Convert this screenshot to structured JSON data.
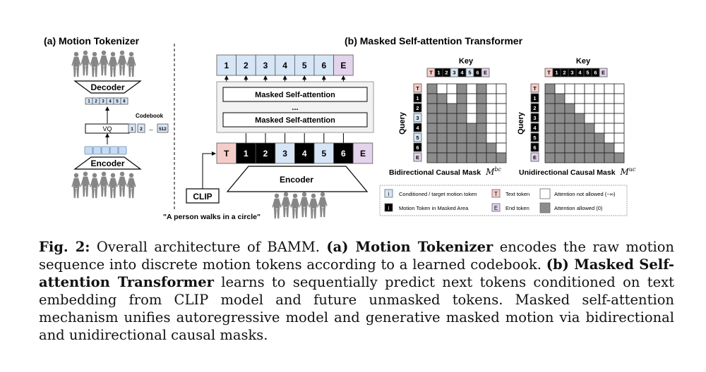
{
  "figure": {
    "panel_a_title": "(a) Motion Tokenizer",
    "panel_b_title": "(b) Masked Self-attention Transformer",
    "decoder_label": "Decoder",
    "encoder_label": "Encoder",
    "vq_label": "VQ",
    "codebook_label": "Codebook",
    "code_tokens": [
      "1",
      "2",
      "3",
      "4",
      "5",
      "6"
    ],
    "codebook_tokens": [
      "1",
      "2",
      "...",
      "512"
    ],
    "output_tokens": [
      "1",
      "2",
      "3",
      "4",
      "5",
      "6",
      "E"
    ],
    "input_tokens": [
      "T",
      "1",
      "2",
      "3",
      "4",
      "5",
      "6",
      "E"
    ],
    "input_token_types": [
      "text",
      "masked",
      "masked",
      "cond",
      "masked",
      "cond",
      "masked",
      "end"
    ],
    "attn_layer_1": "Masked Self-attention",
    "attn_dots": "...",
    "attn_layer_2": "Masked Self-attention",
    "transformer_encoder_label": "Encoder",
    "clip_label": "CLIP",
    "prompt_text": "\"A person walks in a circle\"",
    "key_label": "Key",
    "query_label": "Query",
    "bidirectional_caption": "Bidirectional Causal Mask",
    "bidirectional_symbol": "M",
    "bidirectional_sup": "bc",
    "unidirectional_caption": "Unidirectional Causal Mask",
    "unidirectional_symbol": "M",
    "unidirectional_sup": "uc",
    "bc_key_tokens": [
      "T",
      "1",
      "2",
      "3",
      "4",
      "5",
      "6",
      "E"
    ],
    "bc_key_types": [
      "text",
      "masked",
      "masked",
      "cond",
      "masked",
      "cond",
      "masked",
      "end"
    ],
    "uc_key_tokens": [
      "T",
      "1",
      "2",
      "3",
      "4",
      "5",
      "6",
      "E"
    ],
    "uc_key_types": [
      "text",
      "masked",
      "masked",
      "masked",
      "masked",
      "masked",
      "masked",
      "end"
    ],
    "bc_query_tokens": [
      "T",
      "1",
      "2",
      "3",
      "4",
      "5",
      "6",
      "E"
    ],
    "bc_query_types": [
      "text",
      "masked",
      "masked",
      "cond",
      "masked",
      "cond",
      "masked",
      "end"
    ],
    "uc_query_tokens": [
      "T",
      "1",
      "2",
      "3",
      "4",
      "5",
      "6",
      "E"
    ],
    "uc_query_types": [
      "text",
      "masked",
      "masked",
      "masked",
      "masked",
      "masked",
      "masked",
      "end"
    ],
    "bc_mask": [
      [
        1,
        0,
        0,
        1,
        0,
        1,
        0,
        0
      ],
      [
        1,
        1,
        0,
        1,
        0,
        1,
        0,
        0
      ],
      [
        1,
        1,
        1,
        1,
        0,
        1,
        0,
        0
      ],
      [
        1,
        1,
        1,
        1,
        0,
        1,
        0,
        0
      ],
      [
        1,
        1,
        1,
        1,
        1,
        1,
        0,
        0
      ],
      [
        1,
        1,
        1,
        1,
        1,
        1,
        0,
        0
      ],
      [
        1,
        1,
        1,
        1,
        1,
        1,
        1,
        0
      ],
      [
        1,
        1,
        1,
        1,
        1,
        1,
        1,
        1
      ]
    ],
    "uc_mask": [
      [
        1,
        0,
        0,
        0,
        0,
        0,
        0,
        0
      ],
      [
        1,
        1,
        0,
        0,
        0,
        0,
        0,
        0
      ],
      [
        1,
        1,
        1,
        0,
        0,
        0,
        0,
        0
      ],
      [
        1,
        1,
        1,
        1,
        0,
        0,
        0,
        0
      ],
      [
        1,
        1,
        1,
        1,
        1,
        0,
        0,
        0
      ],
      [
        1,
        1,
        1,
        1,
        1,
        1,
        0,
        0
      ],
      [
        1,
        1,
        1,
        1,
        1,
        1,
        1,
        0
      ],
      [
        1,
        1,
        1,
        1,
        1,
        1,
        1,
        1
      ]
    ],
    "legend": {
      "cond_glyph": "i",
      "cond_text": "Conditioned / target motion token",
      "masked_glyph": "i",
      "masked_text": "Motion Token in Masked Area",
      "text_glyph": "T",
      "text_text": "Text token",
      "end_glyph": "E",
      "end_text": "End token",
      "not_allowed_text": "Attention not allowed (−∞)",
      "allowed_text": "Attention allowed (0)"
    },
    "colors": {
      "cond": "#d6e6f7",
      "masked": "#000000",
      "text": "#f5cdc8",
      "end": "#e3d3ec",
      "allowed": "#8c8c8c",
      "not_allowed": "#ffffff",
      "figure_icon": "#7a7a7a"
    }
  },
  "caption": {
    "fig_label": "Fig. 2:",
    "intro": " Overall architecture of BAMM. ",
    "a_label": "(a) Motion Tokenizer",
    "a_text": " encodes the raw motion sequence into discrete motion tokens according to a learned codebook. ",
    "b_label": "(b) Masked Self-attention Transformer",
    "b_text": " learns to sequentially predict next tokens conditioned on text embedding from CLIP model and future unmasked tokens. Masked self-attention mechanism unifies autoregressive model and generative masked motion via bidirectional and unidirectional causal masks."
  }
}
